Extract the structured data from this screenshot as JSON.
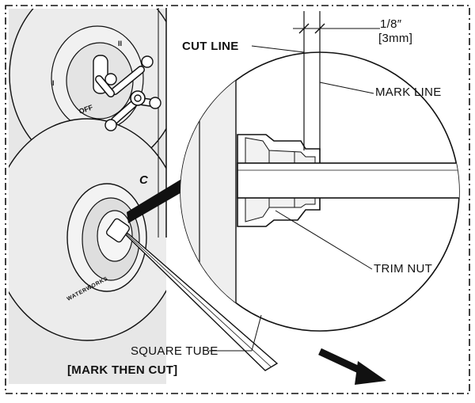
{
  "diagram": {
    "labels": {
      "dimension_imperial": "1/8″",
      "dimension_metric": "[3mm]",
      "cut_line": "CUT LINE",
      "mark_line": "MARK LINE",
      "trim_nut": "TRIM NUT",
      "square_tube": "SQUARE TUBE",
      "instruction": "[MARK THEN CUT]"
    },
    "valve_marks": {
      "off": "OFF",
      "one": "I",
      "two": "II",
      "cold": "C",
      "brand": "WATERWORKS"
    },
    "colors": {
      "line": "#111111",
      "wall": "#e6e6e6",
      "plate": "#eeeeee",
      "tube": "#ffffff"
    }
  }
}
